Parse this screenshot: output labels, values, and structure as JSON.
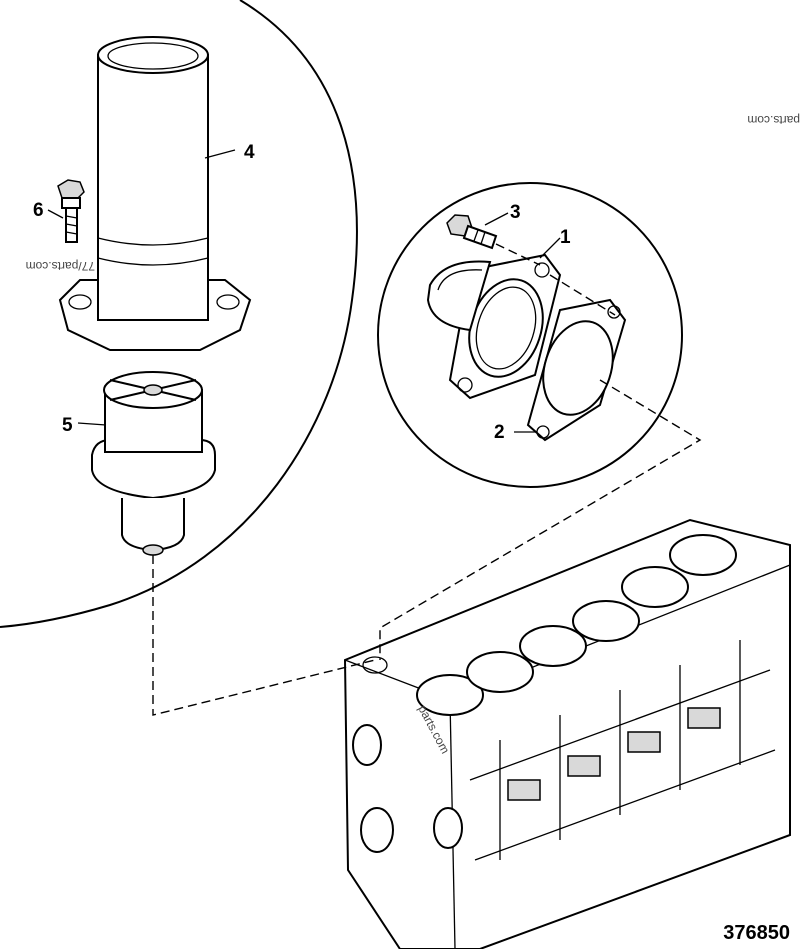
{
  "callouts": {
    "c1": "1",
    "c2": "2",
    "c3": "3",
    "c4": "4",
    "c5": "5",
    "c6": "6"
  },
  "drawing_number": "376850",
  "watermarks": {
    "w1": "parts.com",
    "w2": "77/parts.com",
    "w3": "parts.com"
  }
}
